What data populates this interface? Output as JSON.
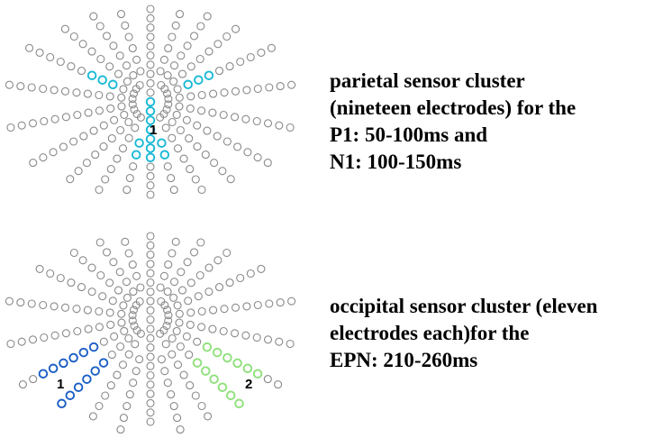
{
  "colors": {
    "neutral": "#8a8a8a",
    "parietal": "#19b9d6",
    "occipital_left": "#1a5ec4",
    "occipital_right": "#8ee07a",
    "text": "#000000"
  },
  "top_panel": {
    "cluster_label": "1",
    "caption_lines": [
      "parietal sensor cluster",
      "(nineteen electrodes) for the",
      "P1: 50-100ms and",
      "N1: 100-150ms"
    ]
  },
  "bottom_panel": {
    "left_cluster_label": "1",
    "right_cluster_label": "2",
    "caption_lines": [
      "occipital sensor cluster (eleven",
      "electrodes each)for the",
      "EPN: 210-260ms"
    ]
  }
}
